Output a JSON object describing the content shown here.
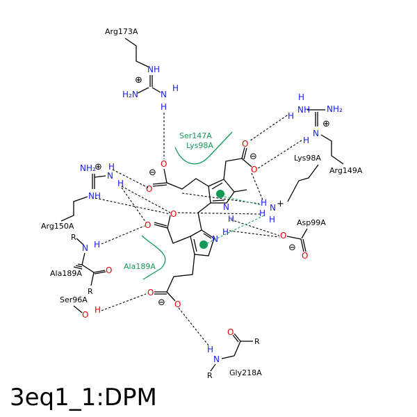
{
  "title": "3eq1_1:DPM",
  "residues": {
    "arg173": "Arg173A",
    "arg149": "Arg149A",
    "lys98": "Lys98A",
    "asp99": "Asp99A",
    "arg150": "Arg150A",
    "ala189": "Ala189A",
    "ser96": "Ser96A",
    "gly218": "Gly218A"
  },
  "hydrophobic": {
    "ser147": "Ser147A",
    "lys98": "Lys98A",
    "ala189": "Ala189A"
  },
  "atoms": {
    "NH": "NH",
    "N": "N",
    "H": "H",
    "H2N": "H₂N",
    "NH2": "NH₂",
    "O": "O",
    "R": "R"
  },
  "symbols": {
    "plus": "⊕",
    "minus": "⊖"
  },
  "colors": {
    "nitrogen": "#1a1aee",
    "oxygen": "#e60000",
    "hydrophobic": "#119955",
    "pi_marker": "#119955"
  }
}
